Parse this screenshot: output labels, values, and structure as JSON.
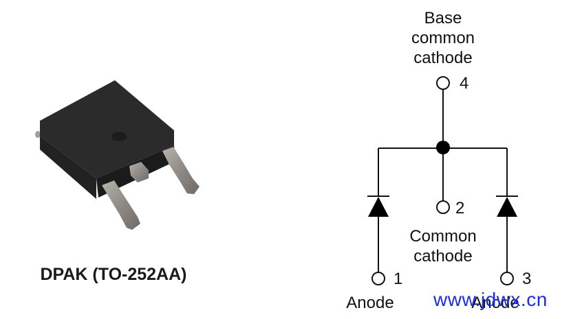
{
  "package": {
    "label": "DPAK (TO-252AA)",
    "image": "dpak-package-photo"
  },
  "schematic": {
    "base_label": [
      "Base",
      "common",
      "cathode"
    ],
    "common_label": [
      "Common",
      "cathode"
    ],
    "pins": [
      {
        "number": "4",
        "role": "Base common cathode"
      },
      {
        "number": "2",
        "role": "Common cathode"
      },
      {
        "number": "1",
        "role": "Anode"
      },
      {
        "number": "3",
        "role": "Anode"
      }
    ],
    "anode_left_label": "Anode",
    "anode_right_label": "Anode"
  },
  "watermark": "www.jdwx.cn"
}
